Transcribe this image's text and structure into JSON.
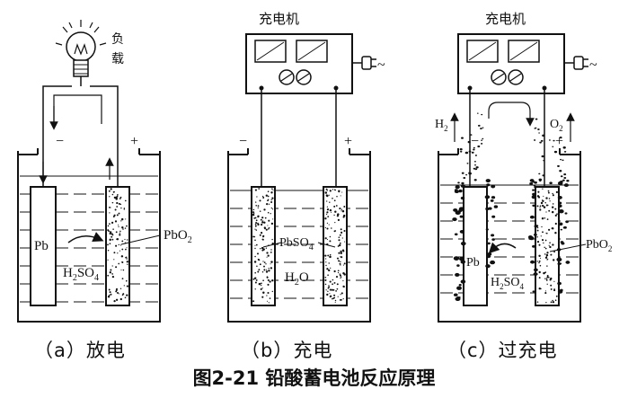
{
  "figure": {
    "title": "图2-21 铅酸蓄电池反应原理",
    "panels": [
      {
        "caption": "（a）放电",
        "load_label_line1": "负",
        "load_label_line2": "载",
        "minus_sign": "−",
        "plus_sign": "+",
        "left_electrode": "Pb",
        "right_electrode_main": "PbO",
        "right_electrode_sub": "2",
        "electrolyte_h": "H",
        "electrolyte_sub2": "2",
        "electrolyte_so": "SO",
        "electrolyte_sub4": "4"
      },
      {
        "caption": "（b）充电",
        "charger": "充电机",
        "minus_sign": "−",
        "plus_sign": "+",
        "electrode_main": "PbSO",
        "electrode_sub": "4",
        "water_h": "H",
        "water_sub": "2",
        "water_o": "O"
      },
      {
        "caption": "（c）过充电",
        "charger": "充电机",
        "minus_sign": "−",
        "plus_sign": "+",
        "gas_left_main": "H",
        "gas_left_sub": "2",
        "gas_right_main": "O",
        "gas_right_sub": "2",
        "left_electrode": "Pb",
        "right_electrode_main": "PbO",
        "right_electrode_sub": "2",
        "electrolyte_h": "H",
        "electrolyte_sub2": "2",
        "electrolyte_so": "SO",
        "electrolyte_sub4": "4"
      }
    ],
    "plug_tilde": "~"
  }
}
